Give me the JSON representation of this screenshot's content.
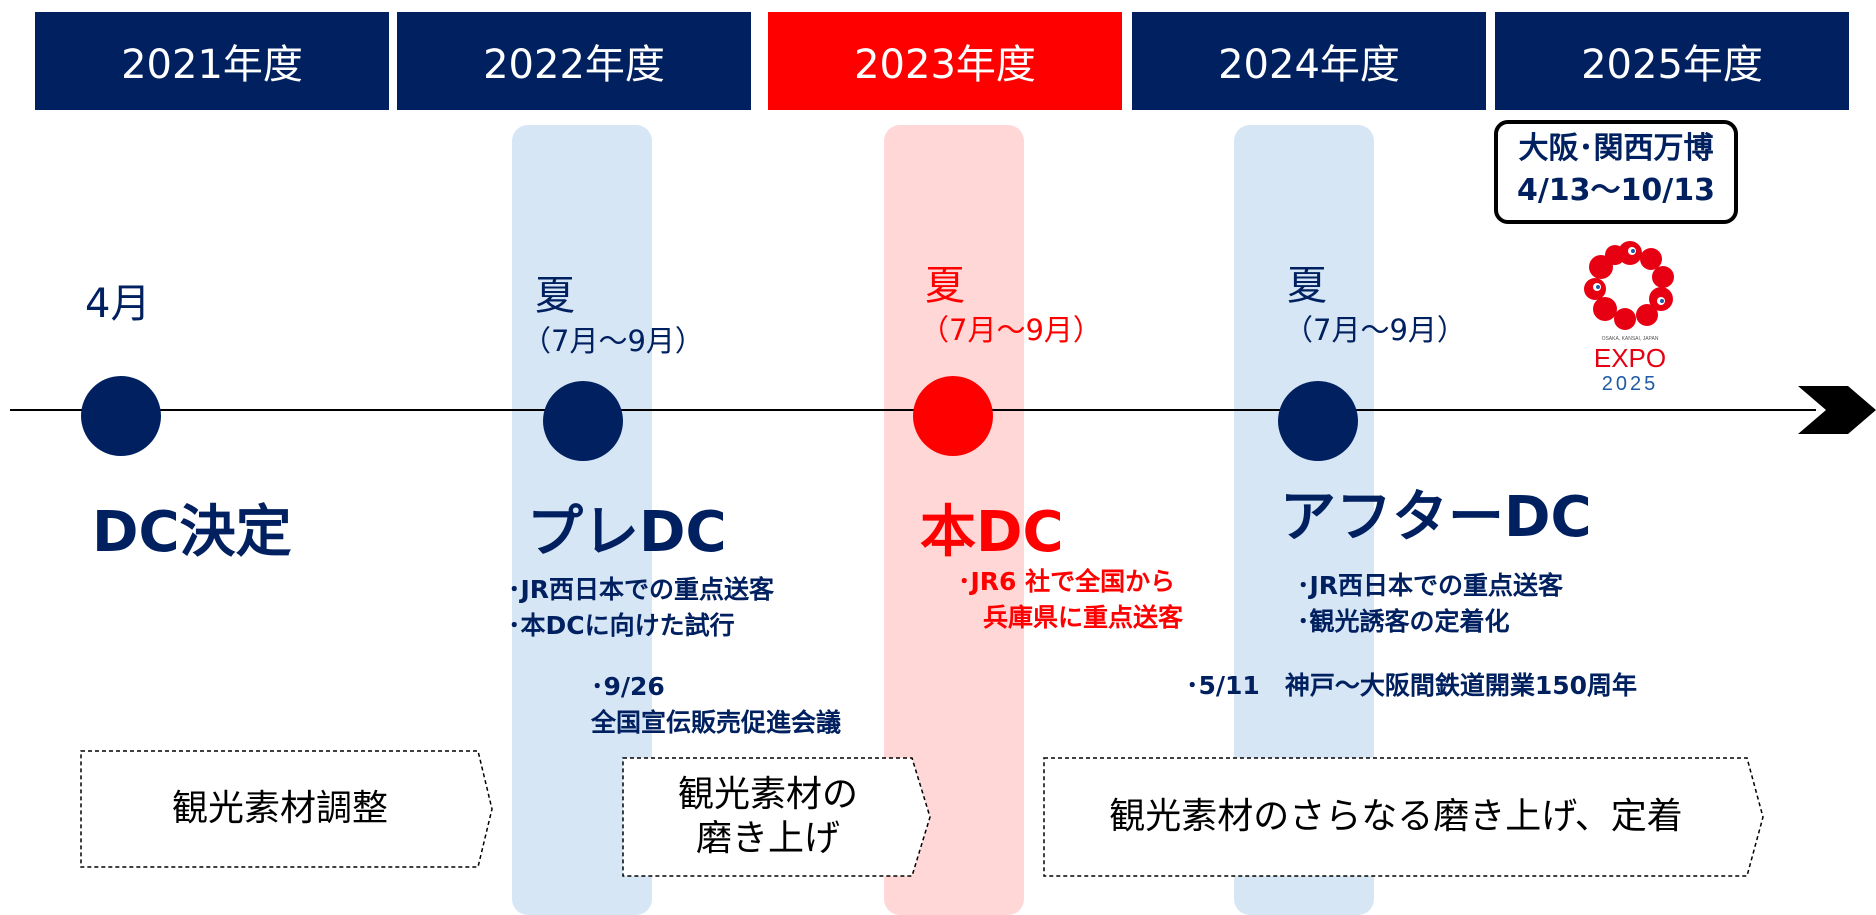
{
  "colors": {
    "navy": "#002060",
    "red": "#ff0000",
    "band_blue": "#d6e6f5",
    "band_pink": "#ffd7d7"
  },
  "years": [
    "2021年度",
    "2022年度",
    "2023年度",
    "2024年度",
    "2025年度"
  ],
  "expo": {
    "title": "大阪･関西万博",
    "dates": "4/13〜10/13",
    "logo_small": "OSAKA, KANSAI, JAPAN",
    "logo_word": "EXPO",
    "logo_year": "2025"
  },
  "milestones": {
    "m1": {
      "month": "4月",
      "phase": "DC決定"
    },
    "m2": {
      "season": "夏",
      "range": "（7月〜9月）",
      "phase": "プレDC",
      "notes": [
        "･JR西日本での重点送客",
        "･本DCに向けた試行"
      ],
      "event": [
        "･9/26",
        "全国宣伝販売促進会議"
      ]
    },
    "m3": {
      "season": "夏",
      "range": "（7月〜9月）",
      "phase": "本DC",
      "notes": [
        "･JR6 社で全国から",
        "兵庫県に重点送客"
      ]
    },
    "m4": {
      "season": "夏",
      "range": "（7月〜9月）",
      "phase": "アフターDC",
      "notes": [
        "･JR西日本での重点送客",
        "･観光誘客の定着化"
      ],
      "event": "･5/11　神戸〜大阪間鉄道開業150周年"
    }
  },
  "activities": {
    "a1": "観光素材調整",
    "a2_line1": "観光素材の",
    "a2_line2": "磨き上げ",
    "a3": "観光素材のさらなる磨き上げ、定着"
  }
}
